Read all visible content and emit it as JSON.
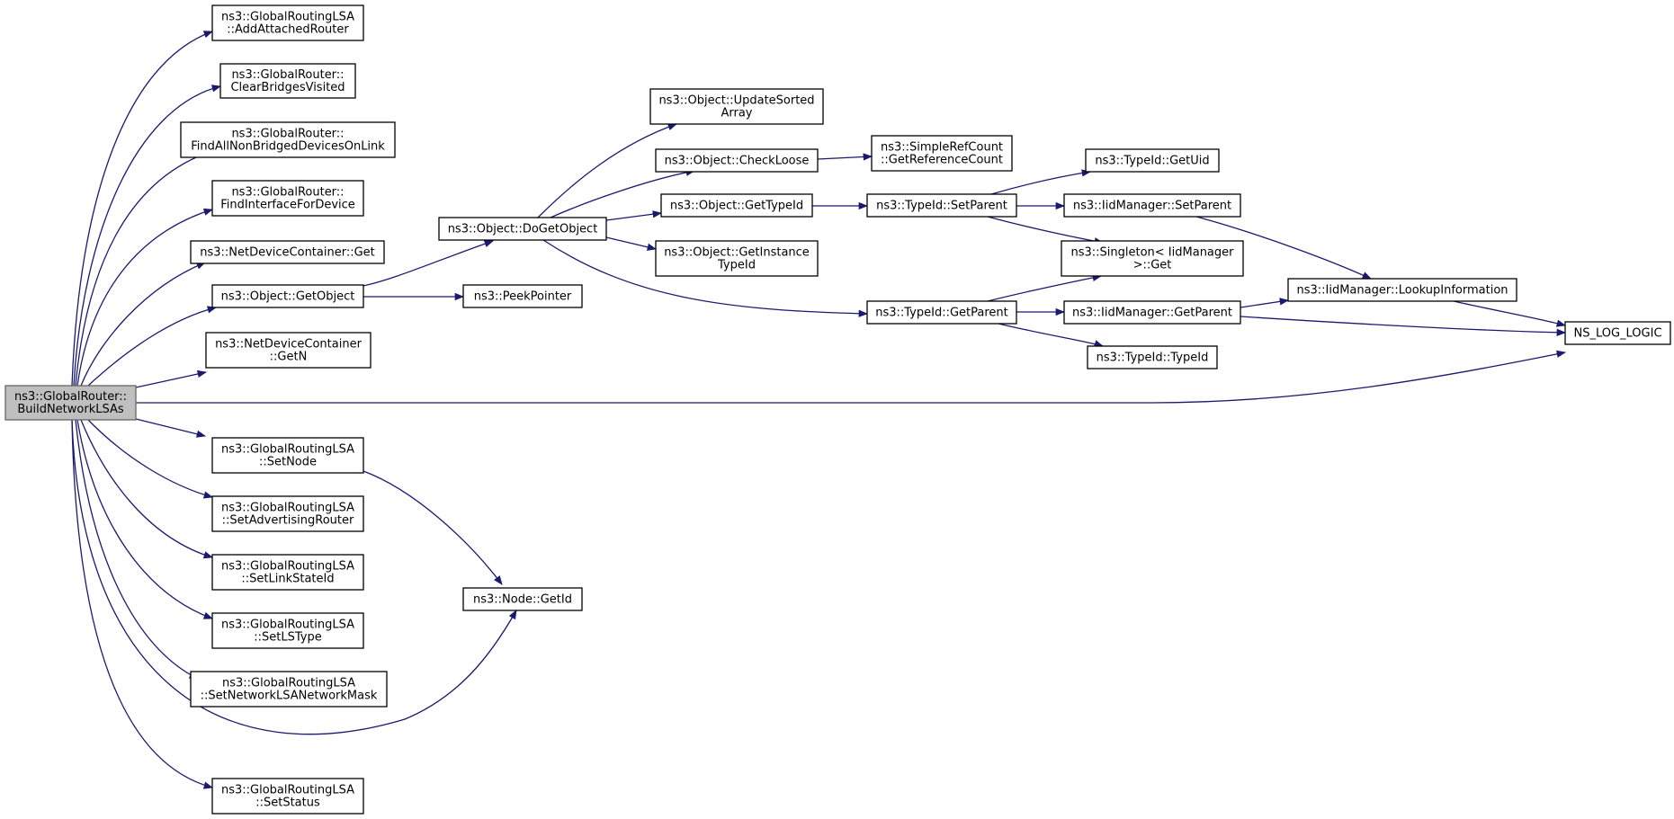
{
  "diagram": {
    "type": "call-graph",
    "nodes": [
      {
        "id": "root",
        "lines": [
          "ns3::GlobalRouter::",
          "BuildNetworkLSAs"
        ],
        "highlight": true
      },
      {
        "id": "addAttachedRouter",
        "lines": [
          "ns3::GlobalRoutingLSA",
          "::AddAttachedRouter"
        ]
      },
      {
        "id": "clearBridges",
        "lines": [
          "ns3::GlobalRouter::",
          "ClearBridgesVisited"
        ]
      },
      {
        "id": "findAllNonBridged",
        "lines": [
          "ns3::GlobalRouter::",
          "FindAllNonBridgedDevicesOnLink"
        ]
      },
      {
        "id": "findInterface",
        "lines": [
          "ns3::GlobalRouter::",
          "FindInterfaceForDevice"
        ]
      },
      {
        "id": "ndcGet",
        "lines": [
          "ns3::NetDeviceContainer::Get"
        ]
      },
      {
        "id": "getObject",
        "lines": [
          "ns3::Object::GetObject"
        ]
      },
      {
        "id": "ndcGetN",
        "lines": [
          "ns3::NetDeviceContainer",
          "::GetN"
        ]
      },
      {
        "id": "setNode",
        "lines": [
          "ns3::GlobalRoutingLSA",
          "::SetNode"
        ]
      },
      {
        "id": "setAdvRouter",
        "lines": [
          "ns3::GlobalRoutingLSA",
          "::SetAdvertisingRouter"
        ]
      },
      {
        "id": "setLinkStateId",
        "lines": [
          "ns3::GlobalRoutingLSA",
          "::SetLinkStateId"
        ]
      },
      {
        "id": "setLSType",
        "lines": [
          "ns3::GlobalRoutingLSA",
          "::SetLSType"
        ]
      },
      {
        "id": "setNetMask",
        "lines": [
          "ns3::GlobalRoutingLSA",
          "::SetNetworkLSANetworkMask"
        ]
      },
      {
        "id": "setStatus",
        "lines": [
          "ns3::GlobalRoutingLSA",
          "::SetStatus"
        ]
      },
      {
        "id": "doGetObject",
        "lines": [
          "ns3::Object::DoGetObject"
        ]
      },
      {
        "id": "peekPointer",
        "lines": [
          "ns3::PeekPointer"
        ]
      },
      {
        "id": "nodeGetId",
        "lines": [
          "ns3::Node::GetId"
        ]
      },
      {
        "id": "updateSorted",
        "lines": [
          "ns3::Object::UpdateSorted",
          "Array"
        ]
      },
      {
        "id": "checkLoose",
        "lines": [
          "ns3::Object::CheckLoose"
        ]
      },
      {
        "id": "getTypeId",
        "lines": [
          "ns3::Object::GetTypeId"
        ]
      },
      {
        "id": "getInstanceTypeId",
        "lines": [
          "ns3::Object::GetInstance",
          "TypeId"
        ]
      },
      {
        "id": "getRefCount",
        "lines": [
          "ns3::SimpleRefCount",
          "::GetReferenceCount"
        ]
      },
      {
        "id": "typeIdSetParent",
        "lines": [
          "ns3::TypeId::SetParent"
        ]
      },
      {
        "id": "typeIdGetParent",
        "lines": [
          "ns3::TypeId::GetParent"
        ]
      },
      {
        "id": "typeIdGetUid",
        "lines": [
          "ns3::TypeId::GetUid"
        ]
      },
      {
        "id": "iidSetParent",
        "lines": [
          "ns3::IidManager::SetParent"
        ]
      },
      {
        "id": "singletonGet",
        "lines": [
          "ns3::Singleton< IidManager",
          ">::Get"
        ]
      },
      {
        "id": "iidGetParent",
        "lines": [
          "ns3::IidManager::GetParent"
        ]
      },
      {
        "id": "typeIdTypeId",
        "lines": [
          "ns3::TypeId::TypeId"
        ]
      },
      {
        "id": "lookupInfo",
        "lines": [
          "ns3::IidManager::LookupInformation"
        ]
      },
      {
        "id": "nsLogLogic",
        "lines": [
          "NS_LOG_LOGIC"
        ]
      }
    ],
    "edges": [
      [
        "root",
        "addAttachedRouter"
      ],
      [
        "root",
        "clearBridges"
      ],
      [
        "root",
        "findAllNonBridged"
      ],
      [
        "root",
        "findInterface"
      ],
      [
        "root",
        "ndcGet"
      ],
      [
        "root",
        "getObject"
      ],
      [
        "root",
        "ndcGetN"
      ],
      [
        "root",
        "nsLogLogic"
      ],
      [
        "root",
        "setNode"
      ],
      [
        "root",
        "setAdvRouter"
      ],
      [
        "root",
        "setLinkStateId"
      ],
      [
        "root",
        "setLSType"
      ],
      [
        "root",
        "setNetMask"
      ],
      [
        "root",
        "nodeGetId"
      ],
      [
        "root",
        "setStatus"
      ],
      [
        "getObject",
        "doGetObject"
      ],
      [
        "getObject",
        "peekPointer"
      ],
      [
        "setNode",
        "nodeGetId"
      ],
      [
        "doGetObject",
        "updateSorted"
      ],
      [
        "doGetObject",
        "checkLoose"
      ],
      [
        "doGetObject",
        "getTypeId"
      ],
      [
        "doGetObject",
        "getInstanceTypeId"
      ],
      [
        "doGetObject",
        "typeIdGetParent"
      ],
      [
        "checkLoose",
        "getRefCount"
      ],
      [
        "getTypeId",
        "typeIdSetParent"
      ],
      [
        "typeIdSetParent",
        "typeIdGetUid"
      ],
      [
        "typeIdSetParent",
        "iidSetParent"
      ],
      [
        "typeIdSetParent",
        "singletonGet"
      ],
      [
        "typeIdGetParent",
        "singletonGet"
      ],
      [
        "typeIdGetParent",
        "iidGetParent"
      ],
      [
        "typeIdGetParent",
        "typeIdTypeId"
      ],
      [
        "iidSetParent",
        "lookupInfo"
      ],
      [
        "iidGetParent",
        "lookupInfo"
      ],
      [
        "iidGetParent",
        "nsLogLogic"
      ],
      [
        "lookupInfo",
        "nsLogLogic"
      ]
    ]
  },
  "colors": {
    "edge": "#191970",
    "node_fill": "#ffffff",
    "root_fill": "#bfbfbf",
    "root_border": "#666666"
  }
}
